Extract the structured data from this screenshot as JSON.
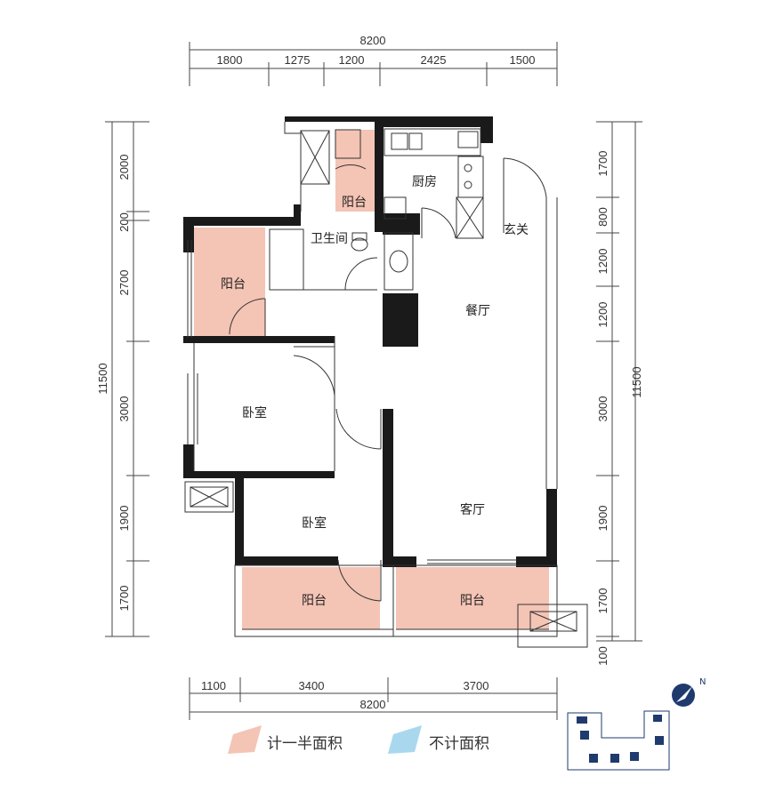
{
  "colors": {
    "wall": "#1a1a1a",
    "half_area": "#f4c4b5",
    "no_area": "#a9d8ee",
    "dim_line": "#444444"
  },
  "dimensions": {
    "top_total": "8200",
    "top_segments": [
      "1800",
      "1275",
      "1200",
      "2425",
      "1500"
    ],
    "bottom_total": "8200",
    "bottom_segments": [
      "1100",
      "3400",
      "3700"
    ],
    "left_total": "11500",
    "left_segments": [
      "2000",
      "200",
      "2700",
      "3000",
      "1900",
      "1700"
    ],
    "right_total": "11500",
    "right_segments": [
      "1700",
      "800",
      "1200",
      "1200",
      "3000",
      "1900",
      "1700",
      "100"
    ]
  },
  "rooms": {
    "balcony_top": "阳台",
    "kitchen": "厨房",
    "bathroom": "卫生间",
    "entrance": "玄关",
    "balcony_left": "阳台",
    "dining": "餐厅",
    "bedroom1": "卧室",
    "bedroom2": "卧室",
    "living": "客厅",
    "balcony_bottom_left": "阳台",
    "balcony_bottom_right": "阳台"
  },
  "legend": {
    "half_area_label": "计一半面积",
    "no_area_label": "不计面积"
  },
  "compass": {
    "north_label": "N"
  }
}
